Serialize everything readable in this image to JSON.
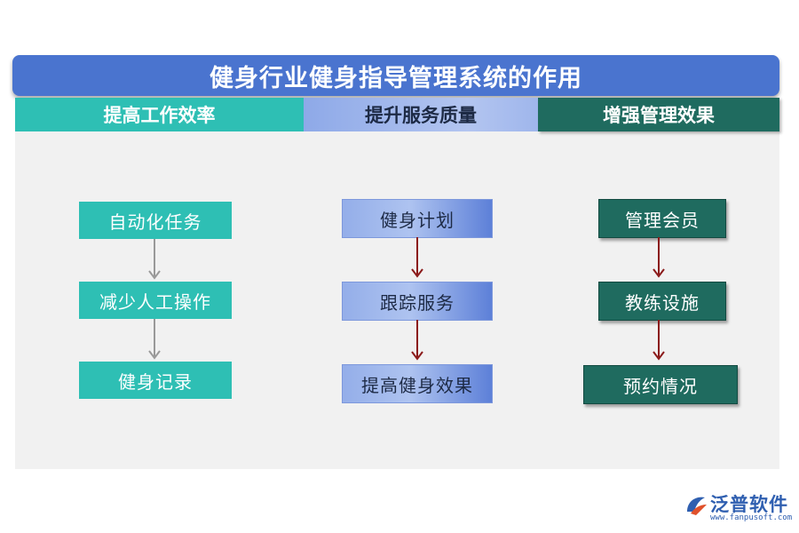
{
  "title": "健身行业健身指导管理系统的作用",
  "columns": [
    {
      "header": "提高工作效率",
      "items": [
        "自动化任务",
        "减少人工操作",
        "健身记录"
      ]
    },
    {
      "header": "提升服务质量",
      "items": [
        "健身计划",
        "跟踪服务",
        "提高健身效果"
      ]
    },
    {
      "header": "增强管理效果",
      "items": [
        "管理会员",
        "教练设施",
        "预约情况"
      ]
    }
  ],
  "logo": {
    "name": "泛普软件",
    "url": "www.fanpusoft.com"
  },
  "colors": {
    "title": "#4a74cf",
    "teal": "#2ebfb4",
    "blue": "#7f9be3",
    "dark_green": "#1f6b5f",
    "gray_arrow": "#999999",
    "red_arrow": "#8b1a1a"
  }
}
